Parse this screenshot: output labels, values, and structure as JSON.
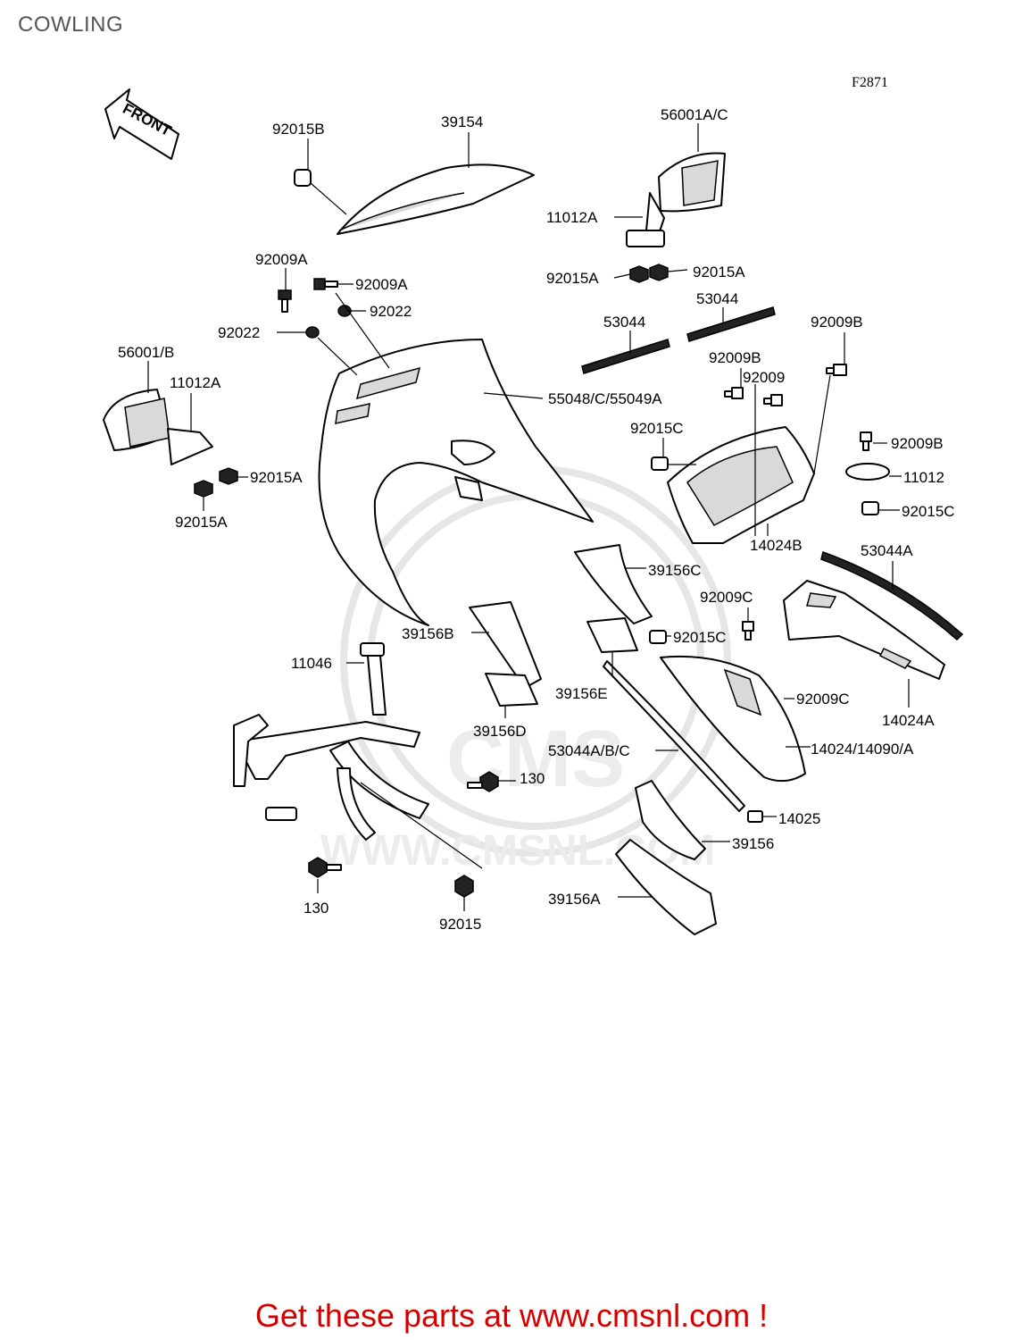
{
  "page_title": "COWLING",
  "figure_code": "F2871",
  "front_arrow_label": "FRONT",
  "watermark": {
    "logo_text": "CMS",
    "url_text": "WWW.CMSNL.COM"
  },
  "promo_link_text": "Get these parts at www.cmsnl.com !",
  "promo_color": "#d40000",
  "part_labels": {
    "p92015B": "92015B",
    "p39154": "39154",
    "p56001AC": "56001A/C",
    "p11012A_top": "11012A",
    "p92015A_tl": "92015A",
    "p92015A_tr": "92015A",
    "p92009A_1": "92009A",
    "p92009A_2": "92009A",
    "p92022_1": "92022",
    "p92022_2": "92022",
    "p53044_1": "53044",
    "p53044_2": "53044",
    "p92009B_1": "92009B",
    "p92009B_2": "92009B",
    "p92009": "92009",
    "p56001B": "56001/B",
    "p11012A_left": "11012A",
    "p55048": "55048/C/55049A",
    "p92015C_1": "92015C",
    "p92009B_3": "92009B",
    "p11012": "11012",
    "p92015A_l1": "92015A",
    "p92015C_2": "92015C",
    "p92015A_l2": "92015A",
    "p14024B": "14024B",
    "p53044A": "53044A",
    "p39156C": "39156C",
    "p92009C_1": "92009C",
    "p39156B": "39156B",
    "p92015C_3": "92015C",
    "p11046": "11046",
    "p39156E": "39156E",
    "p92009C_2": "92009C",
    "p14024A": "14024A",
    "p39156D": "39156D",
    "p53044ABC": "53044A/B/C",
    "p14024_14090A": "14024/14090/A",
    "p130_1": "130",
    "p14025": "14025",
    "p39156": "39156",
    "p130_2": "130",
    "p39156A": "39156A",
    "p92015": "92015"
  }
}
